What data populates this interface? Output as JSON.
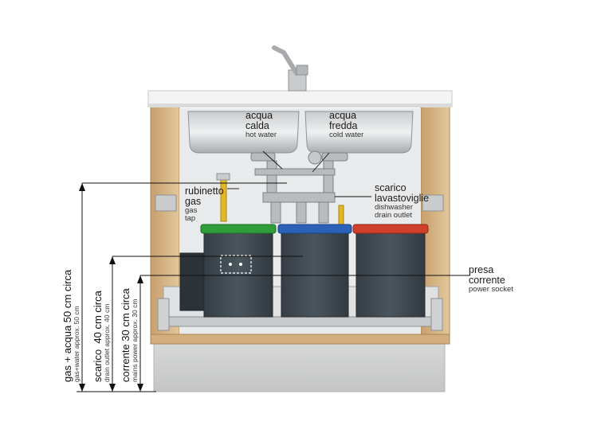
{
  "labels": {
    "hot_water": {
      "it": "acqua\ncalda",
      "en": "hot water"
    },
    "cold_water": {
      "it": "acqua\nfredda",
      "en": "cold water"
    },
    "gas_tap": {
      "it": "rubinetto\ngas",
      "en": "gas\ntap"
    },
    "dishwasher_drain": {
      "it": "scarico\nlavastoviglie",
      "en": "dishwasher\ndrain outlet"
    },
    "power_socket": {
      "it": "presa\ncorrente",
      "en": "power socket"
    }
  },
  "dimensions": {
    "gas_water": {
      "it": "gas + acqua 50 cm circa",
      "en": "gas+water approx. 50 cm"
    },
    "drain": {
      "it": "scarico  40 cm circa",
      "en": "drain outlet approx. 40 cm"
    },
    "power": {
      "it": "corrente 30 cm circa",
      "en": "mains power approx. 30 cm"
    }
  },
  "colors": {
    "bin_lid_green": "#2f9e3a",
    "bin_lid_blue": "#2b62b8",
    "bin_lid_red": "#d0412c",
    "bin_body": "#3f4a52",
    "cabinet_wood": "#d8b88a"
  }
}
